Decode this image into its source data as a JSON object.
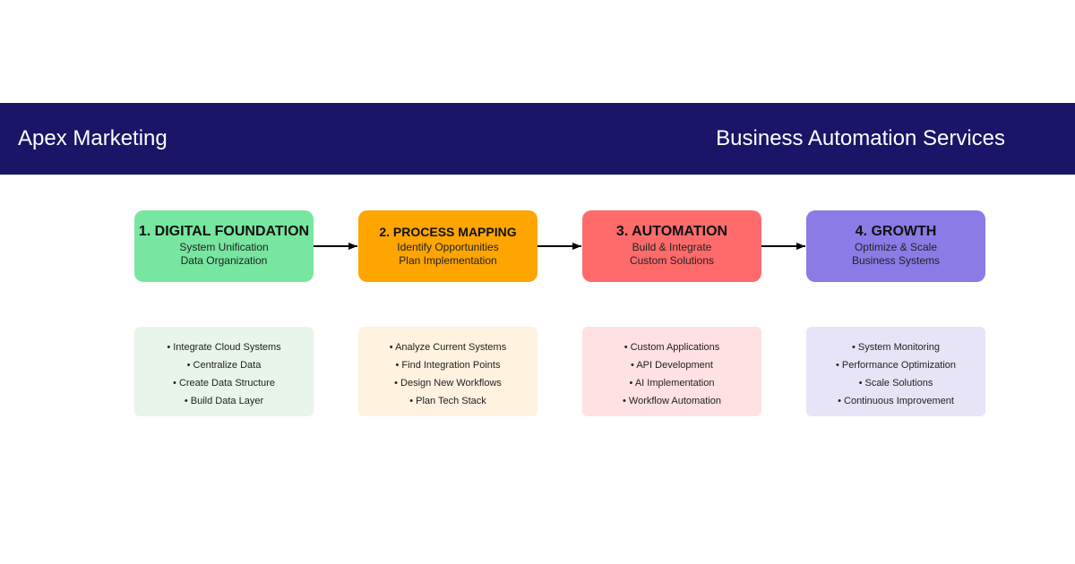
{
  "header": {
    "brand": "Apex Marketing",
    "tagline": "Business Automation Services",
    "background": "#1a1566"
  },
  "stages": [
    {
      "title": "1. DIGITAL FOUNDATION",
      "lines": [
        "System Unification",
        "Data Organization"
      ],
      "color": "#77e6a0",
      "details_bg": "#e7f5ea",
      "details": [
        "• Integrate Cloud Systems",
        "• Centralize Data",
        "• Create Data Structure",
        "• Build Data Layer"
      ]
    },
    {
      "title": "2. PROCESS MAPPING",
      "lines": [
        "Identify Opportunities",
        "Plan Implementation"
      ],
      "color": "#ffa500",
      "details_bg": "#fff2df",
      "details": [
        "• Analyze Current Systems",
        "• Find Integration Points",
        "• Design New Workflows",
        "• Plan Tech Stack"
      ]
    },
    {
      "title": "3. AUTOMATION",
      "lines": [
        "Build & Integrate",
        "Custom Solutions"
      ],
      "color": "#ff6b6b",
      "details_bg": "#ffe1e3",
      "details": [
        "• Custom Applications",
        "• API Development",
        "• AI Implementation",
        "• Workflow Automation"
      ]
    },
    {
      "title": "4. GROWTH",
      "lines": [
        "Optimize & Scale",
        "Business Systems"
      ],
      "color": "#8a7be6",
      "details_bg": "#e8e4f7",
      "details": [
        "• System Monitoring",
        "• Performance Optimization",
        "• Scale Solutions",
        "• Continuous Improvement"
      ]
    }
  ]
}
